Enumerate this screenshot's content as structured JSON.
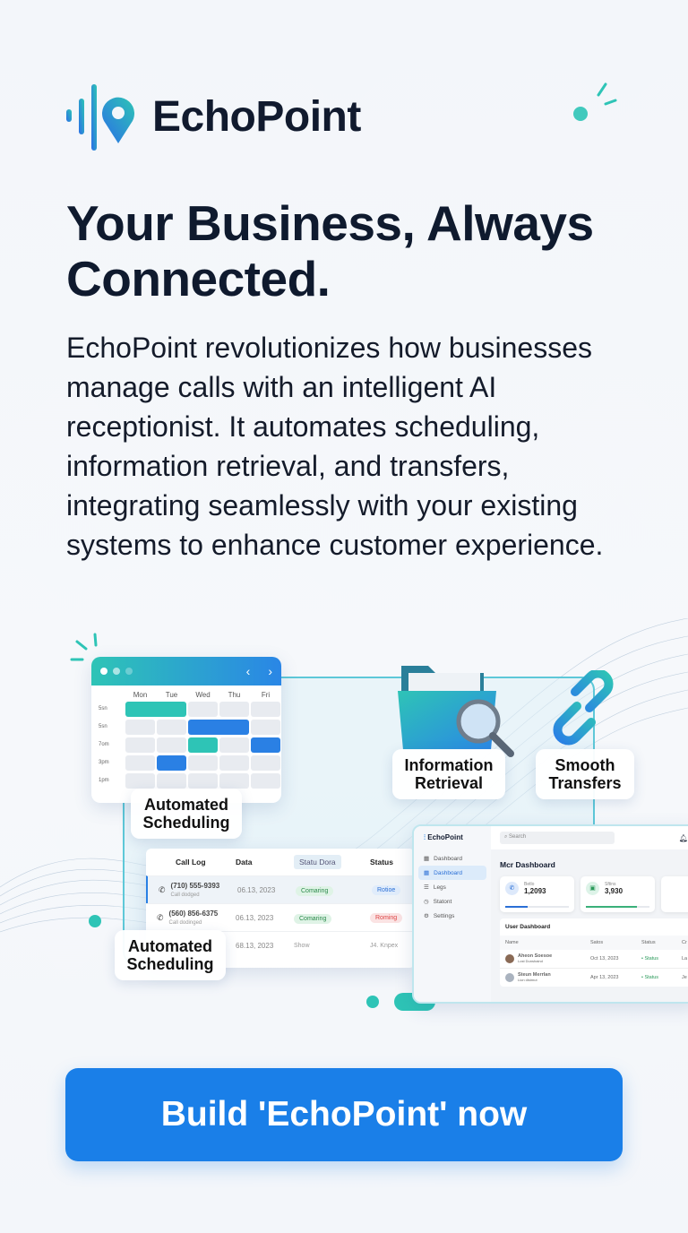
{
  "brand": {
    "name": "EchoPoint",
    "accent": "#1a7fe8",
    "teal": "#2ec4b6"
  },
  "hero": {
    "title": "Your Business, Always Connected.",
    "description": "EchoPoint revolutionizes how businesses manage calls with an intelligent AI receptionist. It automates scheduling, information retrieval, and transfers, integrating seamlessly with your existing systems to enhance customer experience."
  },
  "calendar": {
    "days": [
      "Mon",
      "Tue",
      "Wed",
      "Thu",
      "Fri"
    ],
    "times": [
      "5sn",
      "5sn",
      "7om",
      "3pm",
      "1pm"
    ]
  },
  "features": {
    "scheduling": "Automated Scheduling",
    "info": "Information Retrieval",
    "transfers": "Smooth Transfers",
    "scheduling2": "Automated Scheduling"
  },
  "call_log": {
    "headers": [
      "Call Log",
      "Data",
      "Statu Dora",
      "Status"
    ],
    "rows": [
      {
        "phone": "(710) 555-9393",
        "sub": "Call dodged",
        "date": "06.13, 2023",
        "state": "Comaring",
        "status": "Rotioe"
      },
      {
        "phone": "(560) 856-6375",
        "sub": "Call dodinged",
        "date": "06.13, 2023",
        "state": "Comaring",
        "status": "Roming"
      },
      {
        "phone": "",
        "sub": "",
        "date": "68.13, 2023",
        "state": "Show",
        "status": "J4. Knpex"
      }
    ]
  },
  "dashboard": {
    "brand": "EchoPoint",
    "search_placeholder": "Search",
    "title": "Mcr Dashboard",
    "nav": [
      "Dashboard",
      "Dashboard",
      "Legs",
      "Statont",
      "Settings"
    ],
    "stats": [
      {
        "label": "Betlo",
        "value": "1,2093",
        "progress": 0.35
      },
      {
        "label": "Sftins",
        "value": "3,930",
        "progress": 0.8
      }
    ],
    "user_table": {
      "title": "User Dashboard",
      "headers": [
        "Name",
        "Satos",
        "Status",
        "Cr"
      ],
      "rows": [
        {
          "name": "Aheon Soesoe",
          "sub": "Lost Dunshaind",
          "date": "Oct 13, 2023",
          "status": "Status",
          "extra": "La"
        },
        {
          "name": "Steun Merrlan",
          "sub": "Lion distmut",
          "date": "Apr 13, 2023",
          "status": "Status",
          "extra": "Je"
        }
      ]
    }
  },
  "cta": {
    "label": "Build 'EchoPoint' now"
  }
}
